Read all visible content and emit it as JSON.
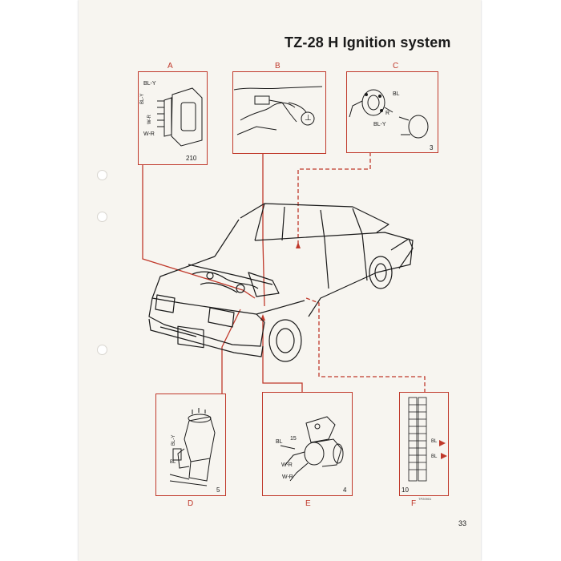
{
  "title": "TZ-28 H Ignition system",
  "page_number": "33",
  "reference_code": "TP20901",
  "panels": {
    "a": {
      "letter": "A",
      "number": "210",
      "wires": [
        "BL-Y",
        "BL-Y",
        "W-R",
        "W-R"
      ]
    },
    "b": {
      "letter": "B",
      "symbol": "⊥"
    },
    "c": {
      "letter": "C",
      "number": "3",
      "wires": [
        "BL",
        "R",
        "BL-Y"
      ]
    },
    "d": {
      "letter": "D",
      "number": "5",
      "wires": [
        "BL-Y",
        "BL"
      ]
    },
    "e": {
      "letter": "E",
      "number": "4",
      "wires": [
        "BL",
        "15",
        "W-R",
        "W-R"
      ]
    },
    "f": {
      "letter": "F",
      "number": "10",
      "wires": [
        "BL",
        "BL"
      ]
    }
  },
  "colors": {
    "accent": "#c0392b",
    "ink": "#1a1a1a",
    "paper": "#f7f5f0"
  }
}
